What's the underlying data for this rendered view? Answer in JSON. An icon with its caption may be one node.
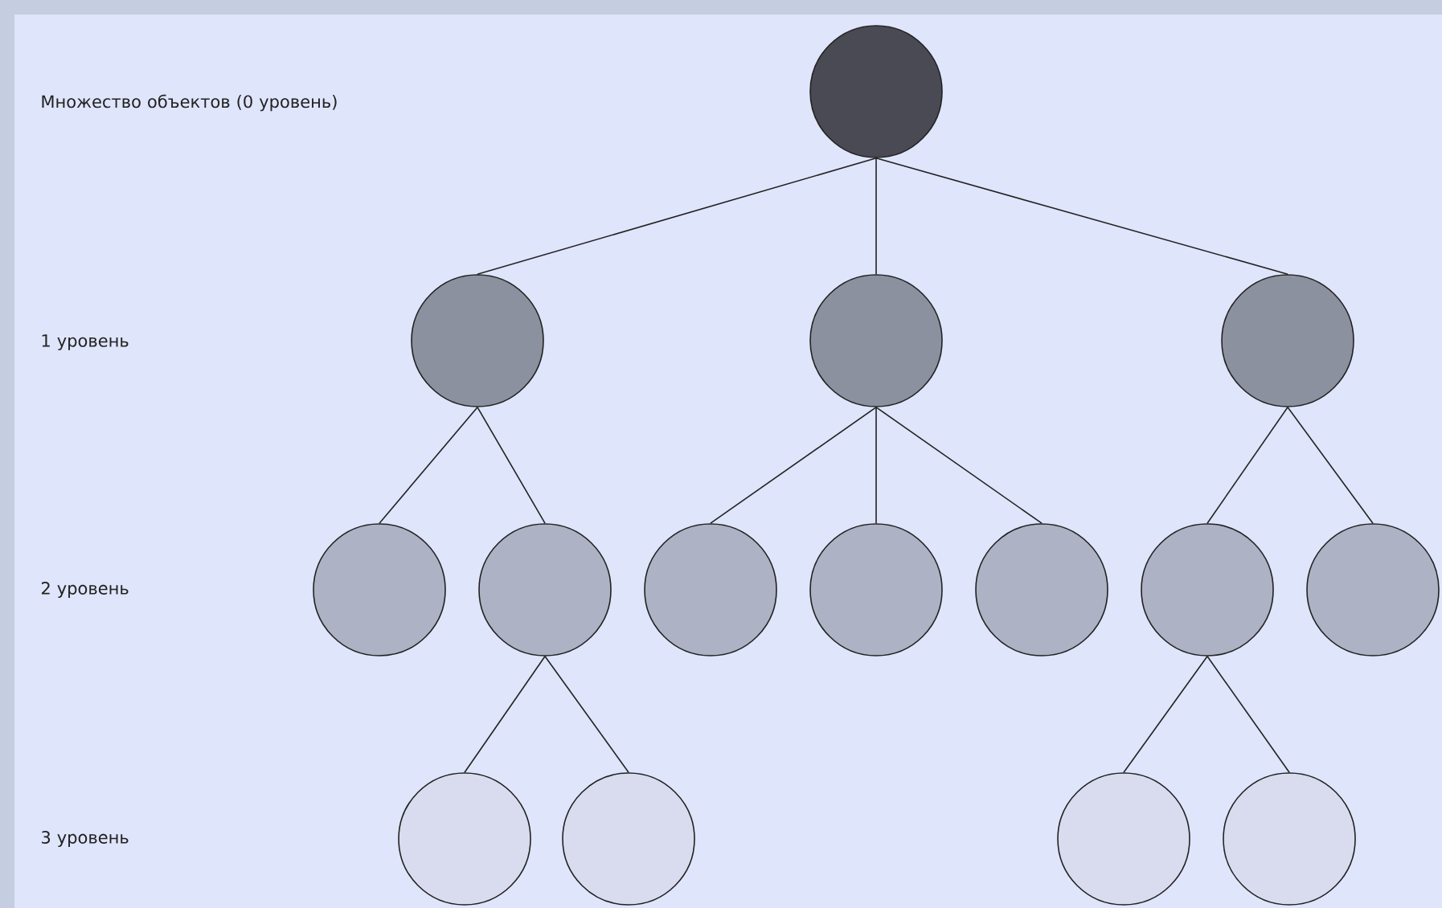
{
  "diagram": {
    "nodes": [
      {
        "text": [],
        "shape": "circle"
      },
      {
        "text": [],
        "shape": "circle"
      },
      {
        "text": [],
        "shape": "circle"
      },
      {
        "text": [],
        "shape": "circle"
      },
      {
        "text": [],
        "shape": "circle"
      },
      {
        "text": [],
        "shape": "circle"
      },
      {
        "text": [],
        "shape": "circle"
      },
      {
        "text": [],
        "shape": "circle"
      },
      {
        "text": [],
        "shape": "circle"
      },
      {
        "text": [],
        "shape": "circle"
      },
      {
        "text": [],
        "shape": "circle"
      },
      {
        "text": [],
        "shape": "circle"
      },
      {
        "text": [],
        "shape": "circle"
      },
      {
        "text": [],
        "shape": "circle"
      },
      {
        "text": [],
        "shape": "circle"
      }
    ],
    "edges": [
      {
        "from": 0,
        "to": 1,
        "arrow": "none"
      },
      {
        "from": 0,
        "to": 2,
        "arrow": "none"
      },
      {
        "from": 0,
        "to": 3,
        "arrow": "none"
      },
      {
        "from": 1,
        "to": 4,
        "arrow": "none"
      },
      {
        "from": 1,
        "to": 5,
        "arrow": "none"
      },
      {
        "from": 2,
        "to": 6,
        "arrow": "none"
      },
      {
        "from": 2,
        "to": 7,
        "arrow": "none"
      },
      {
        "from": 2,
        "to": 8,
        "arrow": "none"
      },
      {
        "from": 3,
        "to": 9,
        "arrow": "none"
      },
      {
        "from": 3,
        "to": 10,
        "arrow": "none"
      },
      {
        "from": 5,
        "to": 11,
        "arrow": "none"
      },
      {
        "from": 5,
        "to": 12,
        "arrow": "none"
      },
      {
        "from": 9,
        "to": 13,
        "arrow": "none"
      },
      {
        "from": 9,
        "to": 14,
        "arrow": "none"
      }
    ],
    "labels": [
      "Множество объектов (0 уровень)",
      "1 уровень",
      "2 уровень",
      "3 уровень"
    ]
  }
}
